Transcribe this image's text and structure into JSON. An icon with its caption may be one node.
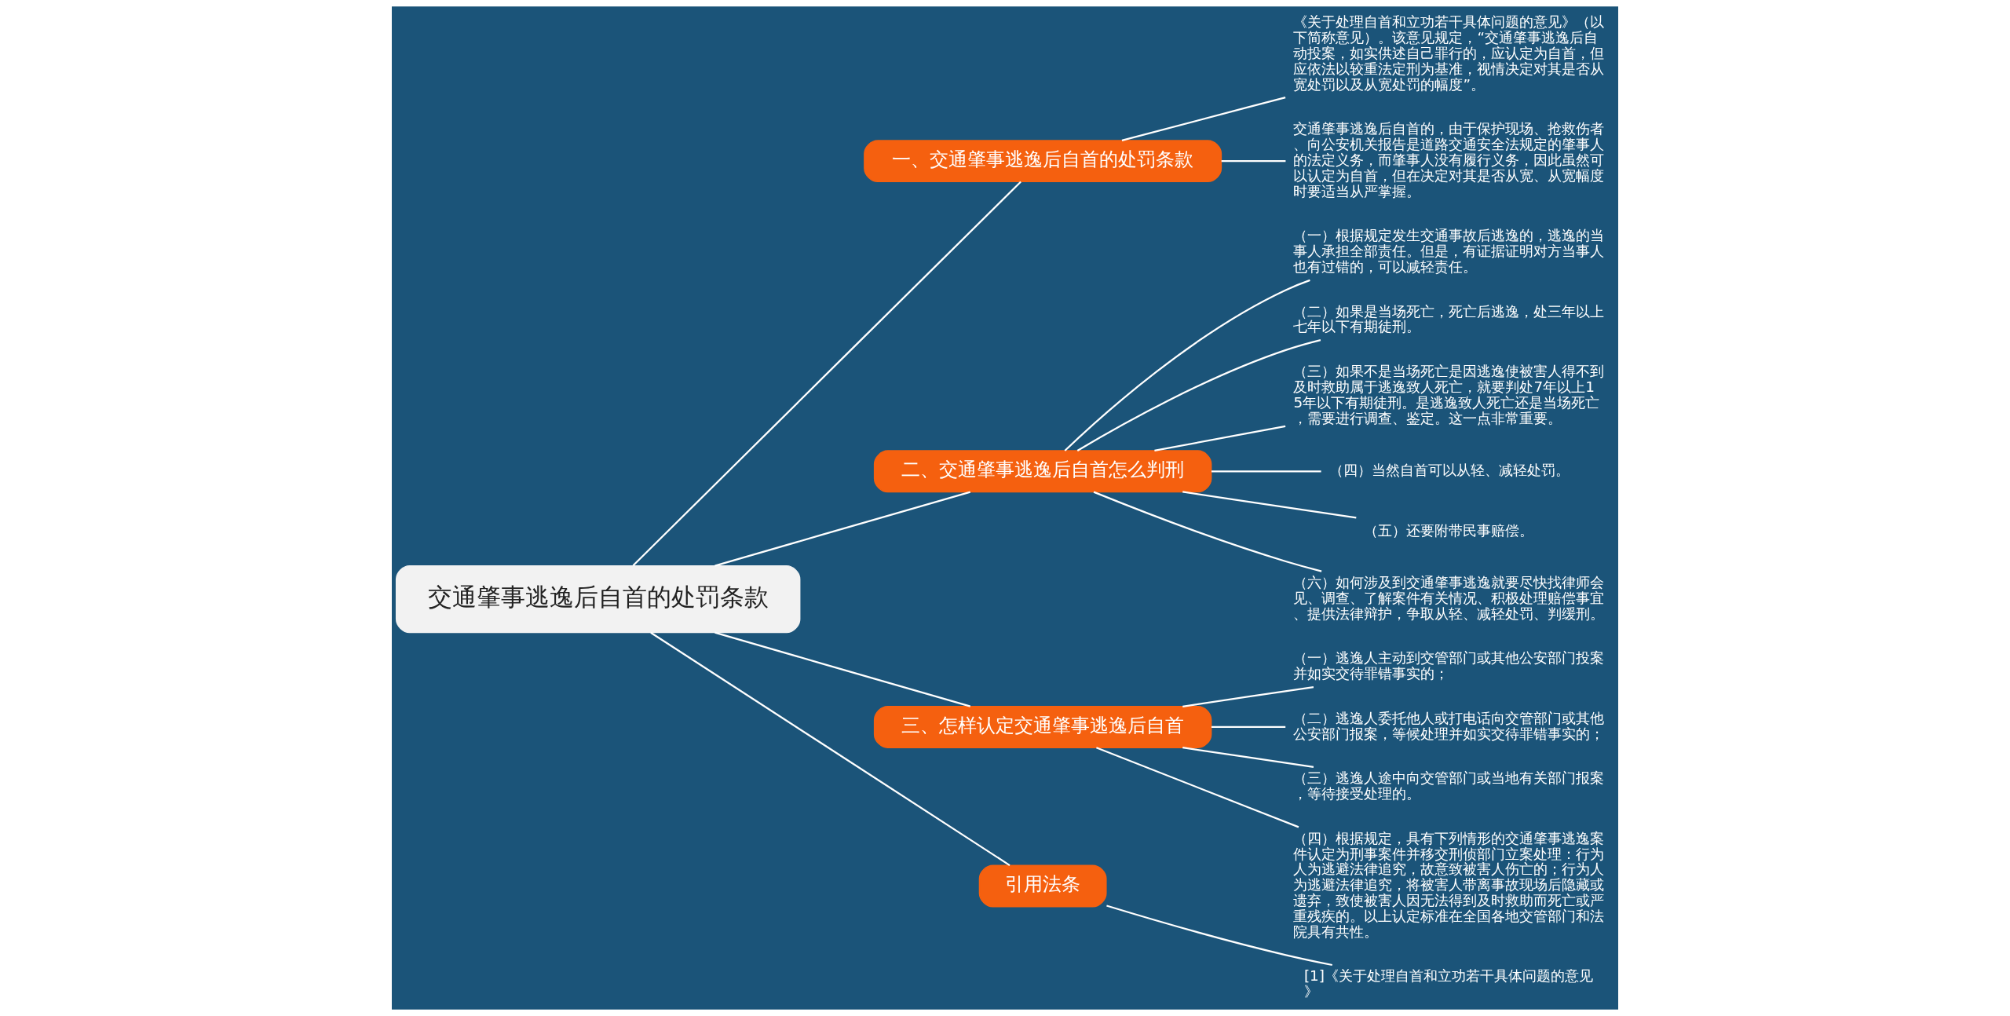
{
  "diagram": {
    "nodes": [
      {
        "text": [
          "交通肇事逃逸后自首的处罚条款"
        ]
      },
      {
        "text": [
          "一、交通肇事逃逸后自首的处罚条款"
        ]
      },
      {
        "text": [
          "《关于处理自首和立功若干具体问题的意见》（以下简称意见）。该意见规定，“交通肇事逃逸后自动投案，如实供述自己罪行的，应认定为自首，但应依法以较重法定刑为基准，视情决定对其是否从宽处罚以及从宽处罚的幅度”。"
        ]
      },
      {
        "text": [
          "交通肇事逃逸后自首的，由于保护现场、抢救伤者、向公安机关报告是道路交通安全法规定的肇事人的法定义务，而肇事人没有履行义务，因此虽然可以认定为自首，但在决定对其是否从宽、从宽幅度时要适当从严掌握。"
        ]
      },
      {
        "text": [
          "二、交通肇事逃逸后自首怎么判刑"
        ]
      },
      {
        "text": [
          "（一）根据规定发生交通事故后逃逸的，逃逸的当事人承担全部责任。但是，有证据证明对方当事人也有过错的，可以减轻责任。"
        ]
      },
      {
        "text": [
          "（二）如果是当场死亡，死亡后逃逸，处三年以上七年以下有期徒刑。"
        ]
      },
      {
        "text": [
          "（三）如果不是当场死亡是因逃逸使被害人得不到及时救助属于逃逸致人死亡，就要判处7年以上15年以下有期徒刑。是逃逸致人死亡还是当场死亡，需要进行调查、鉴定。这一点非常重要。"
        ]
      },
      {
        "text": [
          "（四）当然自首可以从轻、减轻处罚。"
        ]
      },
      {
        "text": [
          "（五）还要附带民事赔偿。"
        ]
      },
      {
        "text": [
          "（六）如何涉及到交通肇事逃逸就要尽快找律师会见、调查、了解案件有关情况、积极处理赔偿事宜、提供法律辩护，争取从轻、减轻处罚、判缓刑。"
        ]
      },
      {
        "text": [
          "三、怎样认定交通肇事逃逸后自首"
        ]
      },
      {
        "text": [
          "（一）逃逸人主动到交管部门或其他公安部门投案并如实交待罪错事实的；"
        ]
      },
      {
        "text": [
          "（二）逃逸人委托他人或打电话向交管部门或其他公安部门报案，等候处理并如实交待罪错事实的；"
        ]
      },
      {
        "text": [
          "（三）逃逸人途中向交管部门或当地有关部门报案，等待接受处理的。"
        ]
      },
      {
        "text": [
          "（四）根据规定，具有下列情形的交通肇事逃逸案件认定为刑事案件并移交刑侦部门立案处理：行为人为逃避法律追究，故意致被害人伤亡的；行为人为逃避法律追究，将被害人带离事故现场后隐藏或遗弃，致使被害人因无法得到及时救助而死亡或严重残疾的。以上认定标准在全国各地交管部门和法院具有共性。"
        ]
      },
      {
        "text": [
          "引用法条"
        ]
      },
      {
        "text": [
          "[1]《关于处理自首和立功若干具体问题的意见》"
        ]
      }
    ],
    "edges": [
      {
        "from": 0,
        "to": 1,
        "arrow": "none"
      },
      {
        "from": 1,
        "to": 2,
        "arrow": "none"
      },
      {
        "from": 1,
        "to": 3,
        "arrow": "none"
      },
      {
        "from": 0,
        "to": 4,
        "arrow": "none"
      },
      {
        "from": 4,
        "to": 5,
        "arrow": "none"
      },
      {
        "from": 4,
        "to": 6,
        "arrow": "none"
      },
      {
        "from": 4,
        "to": 7,
        "arrow": "none"
      },
      {
        "from": 4,
        "to": 8,
        "arrow": "none"
      },
      {
        "from": 4,
        "to": 9,
        "arrow": "none"
      },
      {
        "from": 4,
        "to": 10,
        "arrow": "none"
      },
      {
        "from": 0,
        "to": 11,
        "arrow": "none"
      },
      {
        "from": 11,
        "to": 12,
        "arrow": "none"
      },
      {
        "from": 11,
        "to": 13,
        "arrow": "none"
      },
      {
        "from": 11,
        "to": 14,
        "arrow": "none"
      },
      {
        "from": 11,
        "to": 15,
        "arrow": "none"
      },
      {
        "from": 0,
        "to": 16,
        "arrow": "none"
      },
      {
        "from": 16,
        "to": 17,
        "arrow": "none"
      }
    ]
  }
}
